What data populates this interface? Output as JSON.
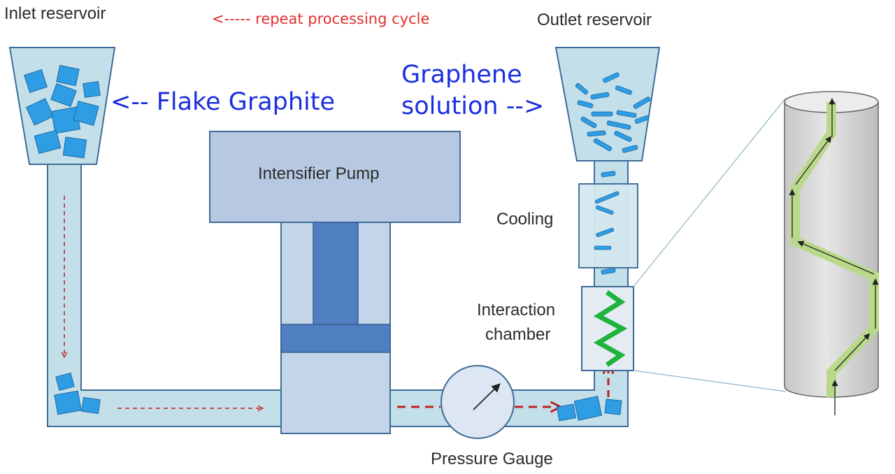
{
  "labels": {
    "inlet_reservoir": "Inlet reservoir",
    "repeat_cycle": "<----- repeat processing cycle",
    "outlet_reservoir": "Outlet reservoir",
    "flake_graphite": "<-- Flake Graphite",
    "graphene_line1": "Graphene",
    "graphene_line2": "solution -->",
    "intensifier_pump": "Intensifier Pump",
    "cooling": "Cooling",
    "interaction_line1": "Interaction",
    "interaction_line2": "chamber",
    "pressure_gauge": "Pressure Gauge"
  },
  "colors": {
    "pipe_fill": "#c3e0ea",
    "pipe_stroke": "#3e6c98",
    "pump_fill": "#b7c9e2",
    "piston": "#4f7fc0",
    "crystal": "#2f9de3",
    "zigzag": "#1db33c",
    "flow_arrow": "#c02020",
    "path_glow": "#b9d98a",
    "annotation_blue": "#1a2fe0",
    "annotation_red": "#e03030"
  }
}
